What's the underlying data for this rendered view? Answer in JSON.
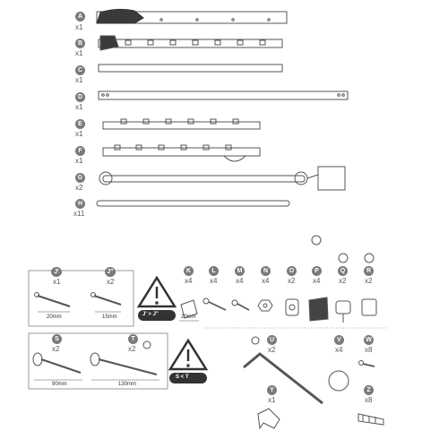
{
  "rails": [
    {
      "letter": "A",
      "qty": "x1"
    },
    {
      "letter": "B",
      "qty": "x1"
    },
    {
      "letter": "C",
      "qty": "x1"
    },
    {
      "letter": "D",
      "qty": "x1"
    },
    {
      "letter": "E",
      "qty": "x1"
    },
    {
      "letter": "F",
      "qty": "x1"
    },
    {
      "letter": "G",
      "qty": "x2"
    },
    {
      "letter": "H",
      "qty": "x11"
    }
  ],
  "screws_box": {
    "j1": {
      "letter": "J'",
      "qty": "x1",
      "length": "20mm"
    },
    "j2": {
      "letter": "J\"",
      "qty": "x2",
      "length": "15mm"
    },
    "warning_compare": "J' > J\""
  },
  "bolts_box": {
    "s": {
      "letter": "S",
      "qty": "x2",
      "length": "90mm"
    },
    "t": {
      "letter": "T",
      "qty": "x2",
      "length": "130mm"
    },
    "warning_compare": "S < T"
  },
  "small_parts": [
    {
      "letter": "K",
      "qty": "x4",
      "note": "20mm"
    },
    {
      "letter": "L",
      "qty": "x4"
    },
    {
      "letter": "M",
      "qty": "x4"
    },
    {
      "letter": "N",
      "qty": "x4"
    },
    {
      "letter": "O",
      "qty": "x2"
    },
    {
      "letter": "P",
      "qty": "x4"
    },
    {
      "letter": "Q",
      "qty": "x2"
    },
    {
      "letter": "R",
      "qty": "x2"
    }
  ],
  "lower_parts": [
    {
      "letter": "U",
      "qty": "x2"
    },
    {
      "letter": "V",
      "qty": "x4"
    },
    {
      "letter": "W",
      "qty": "x8"
    },
    {
      "letter": "Y",
      "qty": "x1"
    },
    {
      "letter": "Z",
      "qty": "x8"
    }
  ],
  "colors": {
    "badge": "#7a7a7a",
    "line": "#555555",
    "light": "#bbbbbb"
  }
}
